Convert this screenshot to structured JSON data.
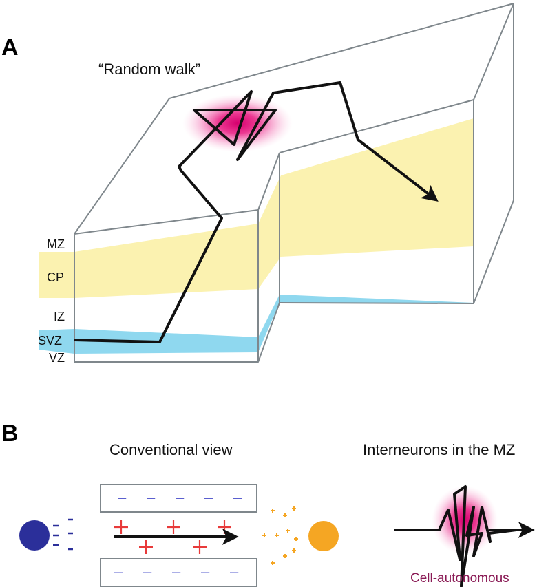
{
  "panelA": {
    "letter": "A",
    "title": "“Random walk”",
    "zones": [
      "MZ",
      "CP",
      "IZ",
      "SVZ",
      "VZ"
    ]
  },
  "panelB": {
    "letter": "B",
    "left_title": "Conventional view",
    "right_title": "Interneurons in the MZ",
    "right_caption": "Cell-autonomous",
    "top_bar_charges": [
      "–",
      "–",
      "–",
      "–",
      "–"
    ],
    "bottom_bar_charges": [
      "–",
      "–",
      "–",
      "–",
      "–"
    ],
    "plus_signs": [
      "+",
      "+",
      "+",
      "+",
      "+"
    ]
  },
  "colors": {
    "cp_band": "#fbf2b0",
    "svz_band": "#8fd8ef",
    "glow": "#e8157e",
    "negative_pole": "#2b2f9a",
    "positive_pole": "#f5a623",
    "plus_red": "#e83a3a",
    "box_edge": "#7f878c"
  }
}
